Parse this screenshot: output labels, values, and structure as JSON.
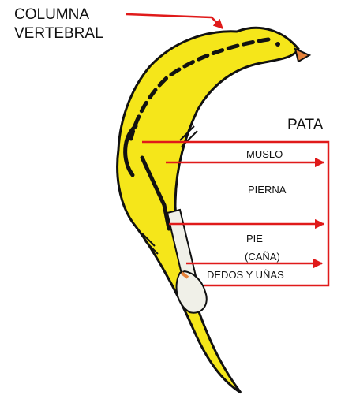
{
  "labels": {
    "spine_line1": "COLUMNA",
    "spine_line2": "VERTEBRAL",
    "leg": "PATA",
    "thigh": "MUSLO",
    "shank": "PIERNA",
    "foot_line1": "PIE",
    "foot_line2": "(CAÑA)",
    "toes": "DEDOS Y UÑAS"
  },
  "colors": {
    "body": "#f5e61a",
    "outline": "#111111",
    "arrow": "#e01a1a",
    "beak": "#e6823a",
    "foot": "#f0f0e8"
  }
}
